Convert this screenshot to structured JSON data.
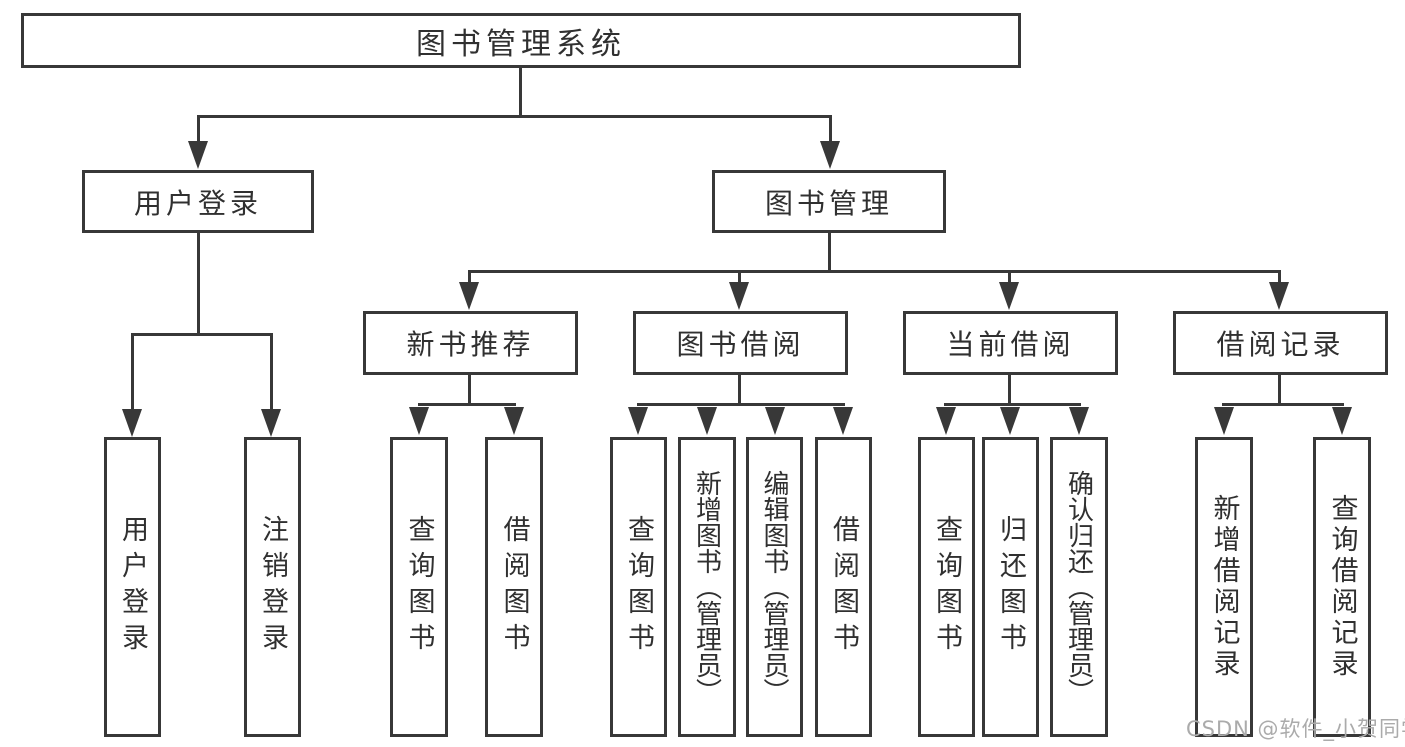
{
  "diagram": {
    "root": {
      "label": "图书管理系统"
    },
    "branches": [
      {
        "label": "用户登录",
        "children": [
          {
            "label": "用户登录"
          },
          {
            "label": "注销登录"
          }
        ]
      },
      {
        "label": "图书管理",
        "children": [
          {
            "label": "新书推荐",
            "children": [
              {
                "label": "查询图书"
              },
              {
                "label": "借阅图书"
              }
            ]
          },
          {
            "label": "图书借阅",
            "children": [
              {
                "label": "查询图书"
              },
              {
                "label": "新增图书（管理员）"
              },
              {
                "label": "编辑图书（管理员）"
              },
              {
                "label": "借阅图书"
              }
            ]
          },
          {
            "label": "当前借阅",
            "children": [
              {
                "label": "查询图书"
              },
              {
                "label": "归还图书"
              },
              {
                "label": "确认归还（管理员）"
              }
            ]
          },
          {
            "label": "借阅记录",
            "children": [
              {
                "label": "新增借阅记录"
              },
              {
                "label": "查询借阅记录"
              }
            ]
          }
        ]
      }
    ]
  },
  "watermark": {
    "text": "CSDN @软件_小贺同学"
  },
  "colors": {
    "line": "#383838",
    "text": "#303030",
    "watermark": "#ababab",
    "background": "#ffffff"
  }
}
